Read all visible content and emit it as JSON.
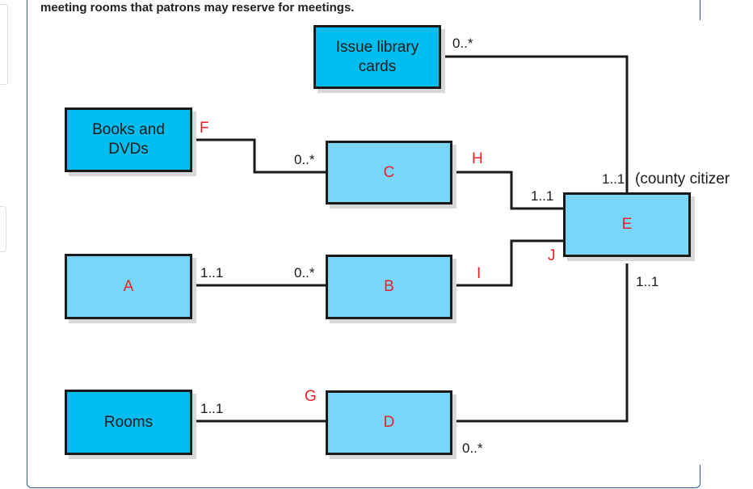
{
  "caption": "meeting rooms that patrons may reserve for meetings.",
  "colors": {
    "entity_known": "#00bdf0",
    "entity_unknown": "#7ad6f8",
    "placeholder_letter": "#e8202a"
  },
  "entities": {
    "issue": "Issue library cards",
    "books": "Books and DVDs",
    "rooms": "Rooms",
    "a": "A",
    "b": "B",
    "c": "C",
    "d": "D",
    "e": "E"
  },
  "letters": {
    "f": "F",
    "g": "G",
    "h": "H",
    "i": "I",
    "j": "J"
  },
  "multiplicities": {
    "issue_e": "0..*",
    "e_issue": "1..1",
    "e_issue_note": "(county citizer",
    "books_c": "0..*",
    "c_e": "1..1",
    "a_b_a": "1..1",
    "a_b_b": "0..*",
    "e_d": "1..1",
    "rooms_d": "1..1",
    "d_e": "0..*"
  }
}
